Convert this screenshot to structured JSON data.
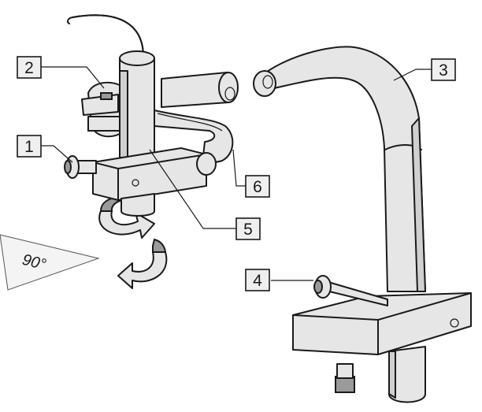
{
  "callouts": [
    {
      "id": "c1",
      "label": "1"
    },
    {
      "id": "c2",
      "label": "2"
    },
    {
      "id": "c3",
      "label": "3"
    },
    {
      "id": "c4",
      "label": "4"
    },
    {
      "id": "c5",
      "label": "5"
    },
    {
      "id": "c6",
      "label": "6"
    }
  ],
  "rotation_label": "90°",
  "colors": {
    "stroke": "#1a1a1a",
    "fill": "#e6e6e6",
    "dark": "#9a9a9a"
  }
}
